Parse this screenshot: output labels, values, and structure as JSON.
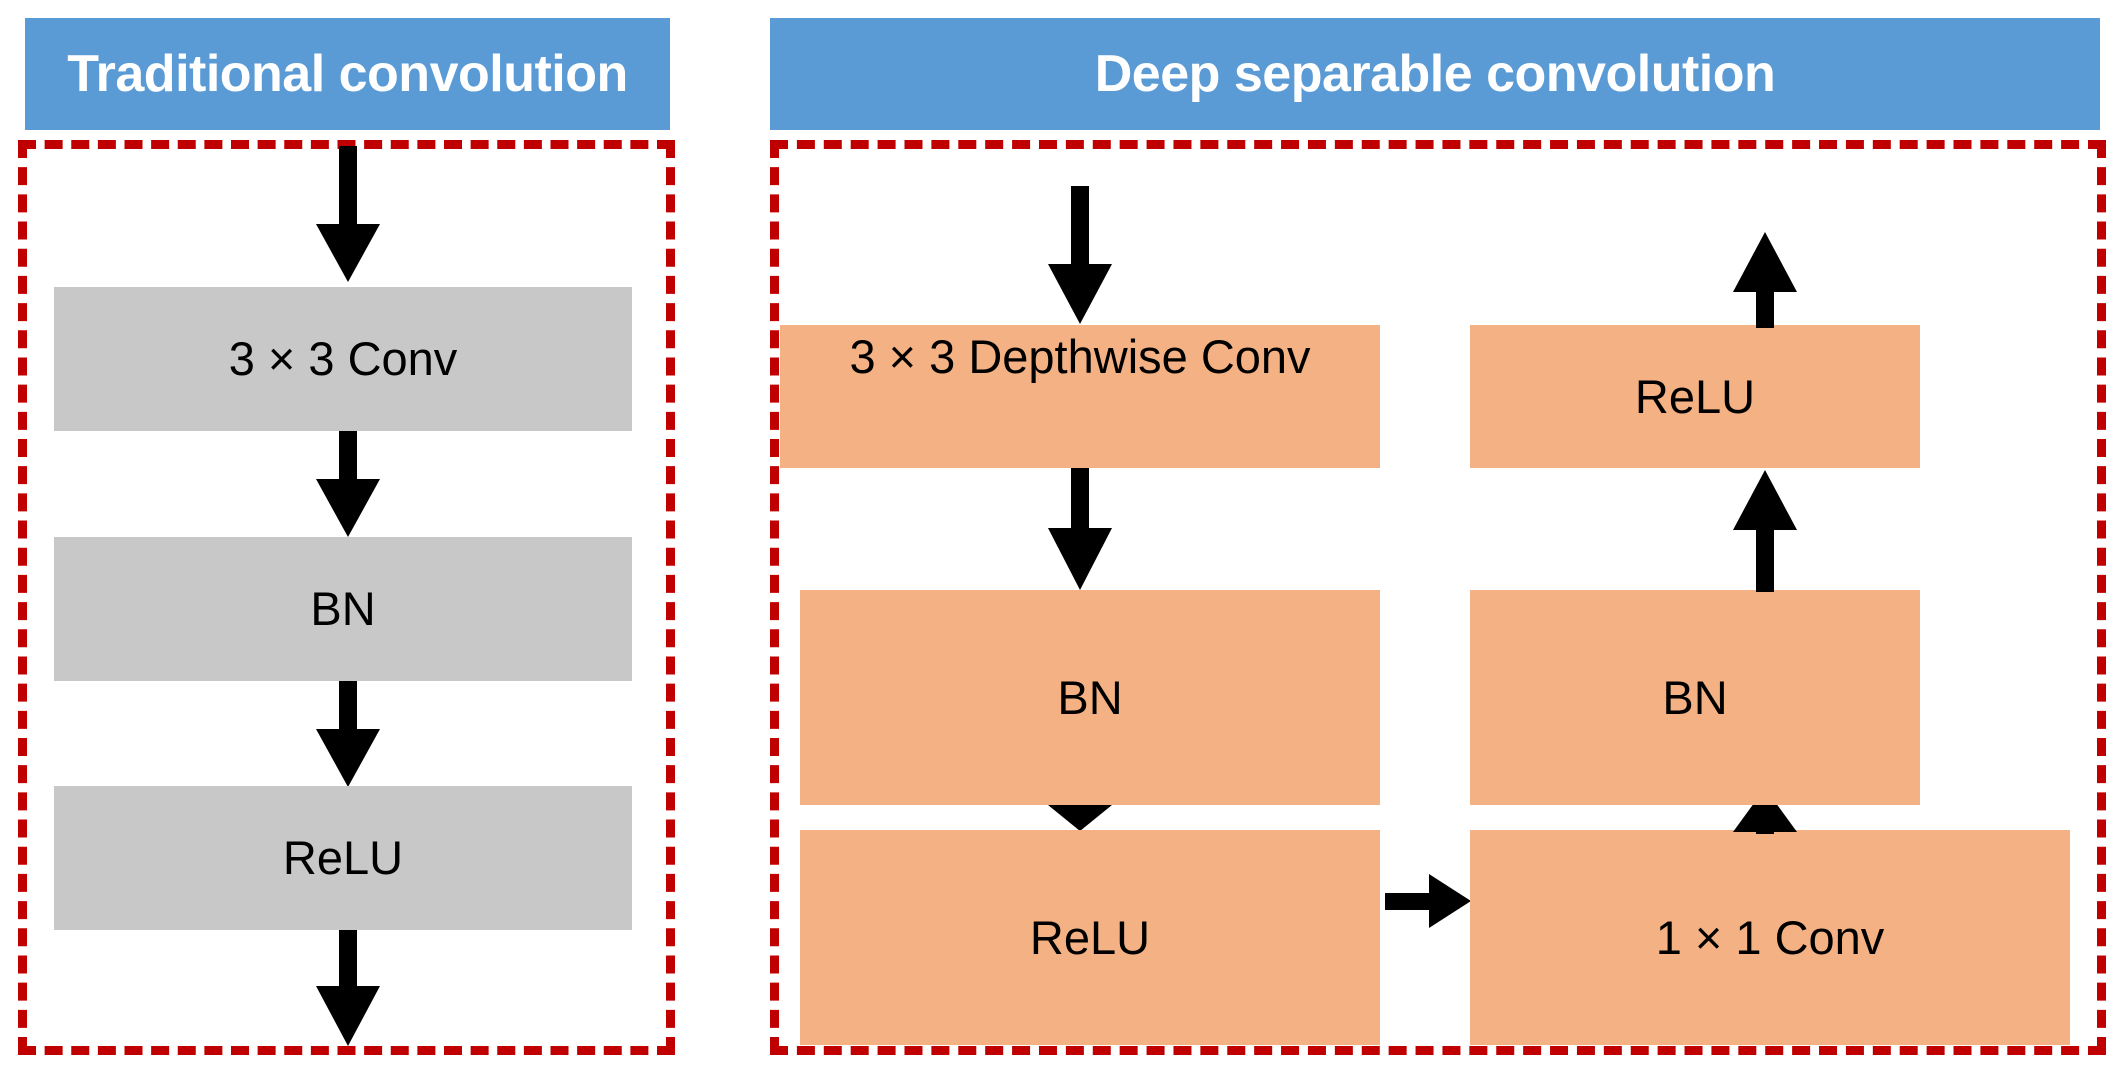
{
  "diagram": {
    "title": "Traditional convolution vs Deep separable convolution",
    "colors": {
      "header_blue": "#5B9BD5",
      "block_gray": "#C8C8C8",
      "block_orange": "#F4B183",
      "dashed_border_red": "#C00000",
      "arrow_black": "#000000",
      "background": "#FFFFFF"
    }
  },
  "panels": {
    "left": {
      "header": "Traditional convolution",
      "blocks": [
        {
          "label": "3 × 3 Conv",
          "color": "gray"
        },
        {
          "label": "BN",
          "color": "gray"
        },
        {
          "label": "ReLU",
          "color": "gray"
        }
      ],
      "arrows": [
        {
          "name": "input-arrow",
          "direction": "down"
        },
        {
          "name": "conv-to-bn-arrow",
          "direction": "down"
        },
        {
          "name": "bn-to-relu-arrow",
          "direction": "down"
        },
        {
          "name": "output-arrow",
          "direction": "down"
        }
      ]
    },
    "right": {
      "header": "Deep separable convolution",
      "left_column_blocks": [
        {
          "label": "3 × 3 Depthwise Conv",
          "color": "orange"
        },
        {
          "label": "BN",
          "color": "orange"
        },
        {
          "label": "ReLU",
          "color": "orange"
        }
      ],
      "right_column_blocks": [
        {
          "label": "ReLU",
          "color": "orange"
        },
        {
          "label": "BN",
          "color": "orange"
        },
        {
          "label": "1 × 1 Conv",
          "color": "orange"
        }
      ],
      "arrows": [
        {
          "name": "input-arrow",
          "direction": "down"
        },
        {
          "name": "depthwise-to-bn-arrow",
          "direction": "down"
        },
        {
          "name": "bn-to-relu-arrow",
          "direction": "down"
        },
        {
          "name": "relu-to-pointwise-arrow",
          "direction": "right"
        },
        {
          "name": "pointwise-to-bn-arrow",
          "direction": "up"
        },
        {
          "name": "bn-to-relu-up-arrow",
          "direction": "up"
        },
        {
          "name": "output-arrow",
          "direction": "up"
        }
      ]
    }
  }
}
